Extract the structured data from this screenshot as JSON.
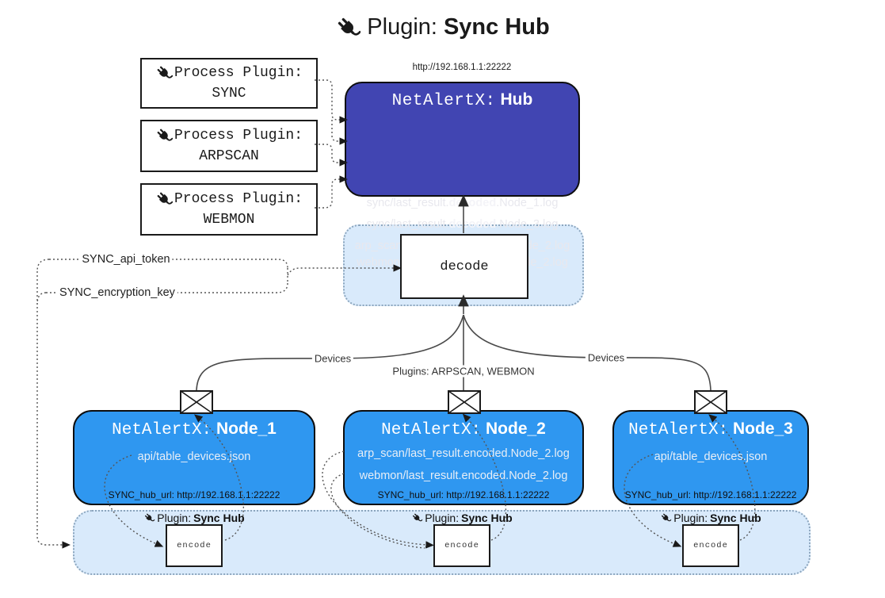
{
  "title": {
    "prefix": "Plugin:",
    "name": "Sync Hub"
  },
  "hub": {
    "url": "http://192.168.1.1:22222",
    "title_prefix": "NetAlertX:",
    "title_name": "Hub",
    "logs": [
      {
        "pre": "sync/last_result.",
        "bold": "decoded",
        "post": ".Node_1.log"
      },
      {
        "pre": "sync/last_result.",
        "bold": "decoded",
        "post": ".Node_3.log"
      },
      {
        "pre": "arp_scan/last_result.",
        "bold": "decoded",
        "post": ".Node_2.log"
      },
      {
        "pre": "webmon/last_result.",
        "bold": "decoded",
        "post": ".Node_2.log"
      }
    ]
  },
  "process_plugins": [
    {
      "label": "Process Plugin:",
      "name": "SYNC"
    },
    {
      "label": "Process Plugin:",
      "name": "ARPSCAN"
    },
    {
      "label": "Process Plugin:",
      "name": "WEBMON"
    }
  ],
  "decode": {
    "label": "decode"
  },
  "secrets": {
    "api_token": "SYNC_api_token",
    "encryption_key": "SYNC_encryption_key"
  },
  "edges": {
    "devices_left": "Devices",
    "devices_right": "Devices",
    "plugins_mid": "Plugins: ARPSCAN, WEBMON"
  },
  "nodes": [
    {
      "title_prefix": "NetAlertX:",
      "title_name": "Node_1",
      "files": [
        "api/table_devices.json"
      ],
      "hub_url": "SYNC_hub_url: http://192.168.1.1:22222"
    },
    {
      "title_prefix": "NetAlertX:",
      "title_name": "Node_2",
      "files": [
        "arp_scan/last_result.encoded.Node_2.log",
        "webmon/last_result.encoded.Node_2.log"
      ],
      "hub_url": "SYNC_hub_url: http://192.168.1.1:22222"
    },
    {
      "title_prefix": "NetAlertX:",
      "title_name": "Node_3",
      "files": [
        "api/table_devices.json"
      ],
      "hub_url": "SYNC_hub_url: http://192.168.1.1:22222"
    }
  ],
  "encoders": [
    {
      "plugin_prefix": "Plugin:",
      "plugin_name": "Sync Hub",
      "label": "encode"
    },
    {
      "plugin_prefix": "Plugin:",
      "plugin_name": "Sync Hub",
      "label": "encode"
    },
    {
      "plugin_prefix": "Plugin:",
      "plugin_name": "Sync Hub",
      "label": "encode"
    }
  ],
  "colors": {
    "hub_fill": "#4145B2",
    "node_fill": "#2F97F0",
    "panel_fill": "#D9EAFB",
    "panel_border": "#8CA6BE",
    "connector": "#4A4A4A",
    "light_text": "#E8E8EE"
  }
}
